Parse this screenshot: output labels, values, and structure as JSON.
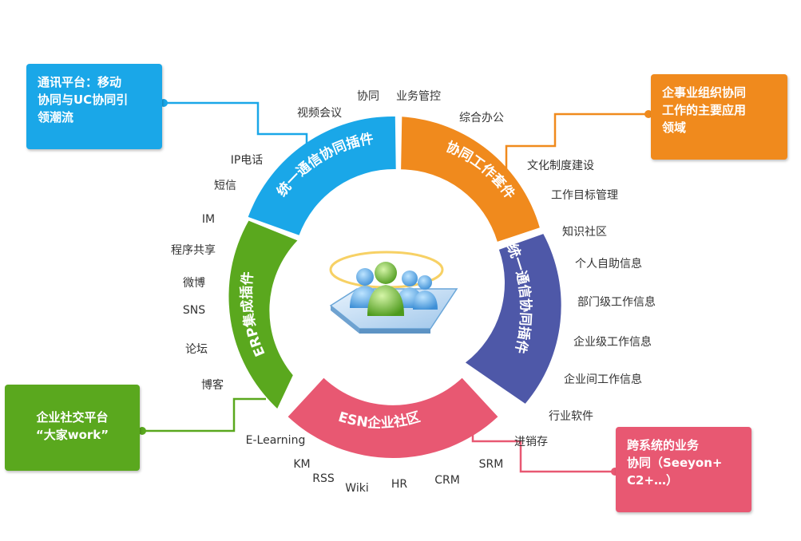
{
  "colors": {
    "blue": "#1aa7e8",
    "orange": "#f08a1d",
    "purple": "#4e58a8",
    "pink": "#e85872",
    "green": "#5aa81e",
    "connector_blue": "#1aa7e8"
  },
  "segments": {
    "blue": "统一通信协同插件",
    "orange": "协同工作套件",
    "purple": "统一通信协同插件",
    "pink": "ESN企业社区",
    "green": "ERP集成插件"
  },
  "callouts": {
    "top_left": [
      "通讯平台：移动",
      "协同与UC协同引",
      "领潮流"
    ],
    "top_right": [
      "企事业组织协同",
      "工作的主要应用",
      "领域"
    ],
    "bottom_left": [
      "企业社交平台",
      "“大家work”"
    ],
    "bottom_right": [
      "跨系统的业务",
      "协同（Seeyon+",
      "C2+…）"
    ]
  },
  "labels": {
    "xietong": "协同",
    "yewuguankong": "业务管控",
    "shipinhuiyi": "视频会议",
    "zonghebangong": "综合办公",
    "ipdianhua": "IP电话",
    "duanxin": "短信",
    "im": "IM",
    "chengxugongxiang": "程序共享",
    "weibo": "微博",
    "sns": "SNS",
    "luntan": "论坛",
    "boke": "博客",
    "wenhua": "文化制度建设",
    "gongzuomubiao": "工作目标管理",
    "zhishishequ": "知识社区",
    "gerenzizhu": "个人自助信息",
    "bumenji": "部门级工作信息",
    "qiyeji": "企业级工作信息",
    "qiyejian": "企业间工作信息",
    "hangye": "行业软件",
    "jinxiaocun": "进销存",
    "elearning": "E-Learning",
    "km": "KM",
    "rss": "RSS",
    "wiki": "Wiki",
    "hr": "HR",
    "crm": "CRM",
    "srm": "SRM"
  }
}
